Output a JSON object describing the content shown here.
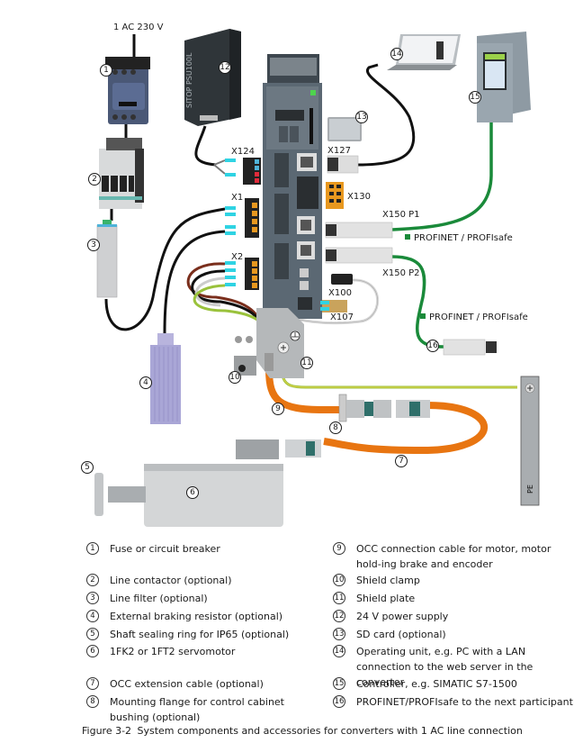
{
  "diagram": {
    "supply_label": "1 AC 230 V",
    "connectors": {
      "x124": "X124",
      "x1": "X1",
      "x2": "X2",
      "x127": "X127",
      "x130": "X130",
      "x150p1": "X150 P1",
      "x150p2": "X150 P2",
      "x100": "X100",
      "x107": "X107"
    },
    "network_labels": {
      "p1": "PROFINET / PROFIsafe",
      "p2": "PROFINET / PROFIsafe"
    },
    "pe_bar_label": "PE",
    "psu_text": "SITOP PSU100L",
    "colors": {
      "profinet_green": "#1a8a3a",
      "occ_orange": "#e87511",
      "pe_yellow_green": "#9ac23c",
      "converter_body": "#5b6873",
      "cyan_ferrule": "#2fd3e3"
    }
  },
  "callouts": [
    "1",
    "2",
    "3",
    "4",
    "5",
    "6",
    "7",
    "8",
    "9",
    "10",
    "11",
    "12",
    "13",
    "14",
    "15",
    "16"
  ],
  "legend": {
    "left": [
      {
        "num": "1",
        "text": "Fuse or circuit breaker"
      },
      {
        "num": "2",
        "text": "Line contactor (optional)"
      },
      {
        "num": "3",
        "text": "Line filter (optional)"
      },
      {
        "num": "4",
        "text": "External braking resistor (optional)"
      },
      {
        "num": "5",
        "text": "Shaft sealing ring for IP65 (optional)"
      },
      {
        "num": "6",
        "text": "1FK2 or 1FT2 servomotor"
      },
      {
        "num": "7",
        "text": "OCC extension cable (optional)"
      },
      {
        "num": "8",
        "text": "Mounting flange for control cabinet bushing (optional)"
      }
    ],
    "right": [
      {
        "num": "9",
        "text": "OCC connection cable for motor, motor hold-ing brake and encoder"
      },
      {
        "num": "10",
        "text": "Shield clamp"
      },
      {
        "num": "11",
        "text": "Shield plate"
      },
      {
        "num": "12",
        "text": "24 V power supply"
      },
      {
        "num": "13",
        "text": "SD card (optional)"
      },
      {
        "num": "14",
        "text": "Operating unit, e.g. PC with a LAN connection to the web server in the converter"
      },
      {
        "num": "15",
        "text": "Controller, e.g. SIMATIC S7-1500"
      },
      {
        "num": "16",
        "text": "PROFINET/PROFIsafe to the next participant"
      }
    ]
  },
  "caption": {
    "figure": "Figure 3-2",
    "text": "System components and accessories for converters with 1 AC line connection"
  }
}
